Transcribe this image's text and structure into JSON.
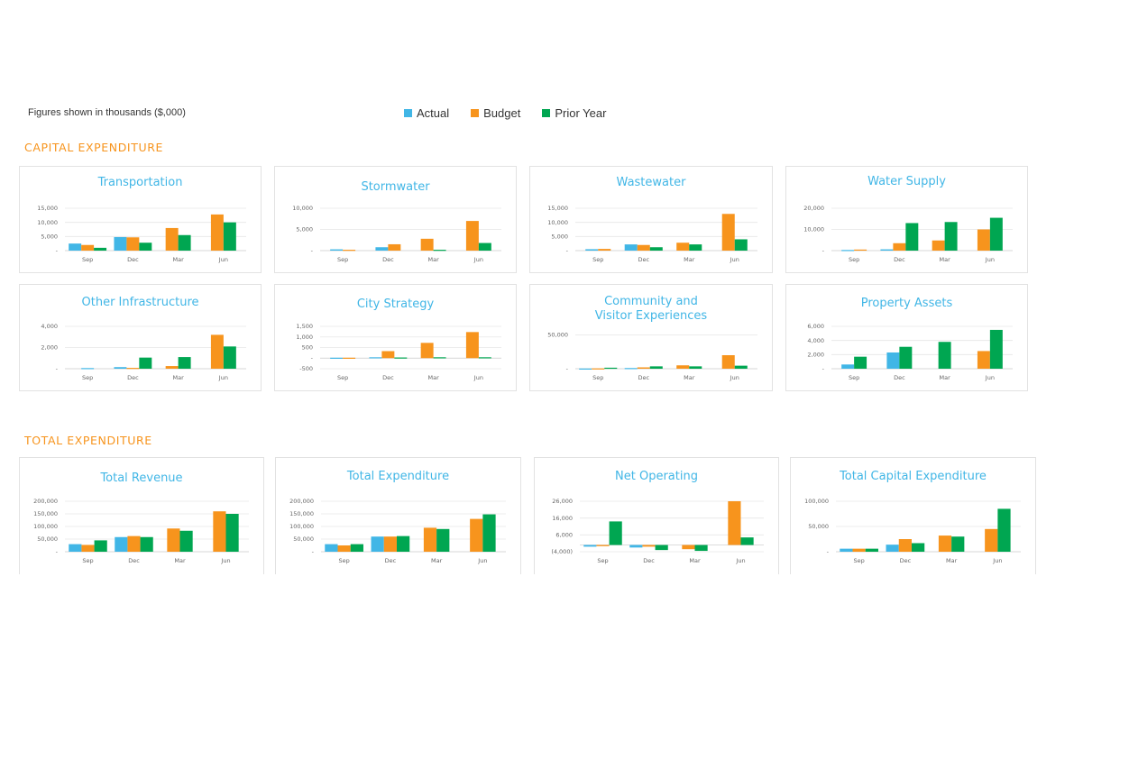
{
  "note": "Figures shown in thousands ($,000)",
  "legend": [
    {
      "label": "Actual",
      "color": "#41b6e6"
    },
    {
      "label": "Budget",
      "color": "#f7941d"
    },
    {
      "label": "Prior Year",
      "color": "#00a651"
    }
  ],
  "colors": {
    "actual": "#41b6e6",
    "budget": "#f7941d",
    "prior": "#00a651",
    "heading": "#f7941d",
    "title": "#41b6e6"
  },
  "sections": {
    "capital": "CAPITAL EXPENDITURE",
    "total": "TOTAL EXPENDITURE"
  },
  "chart_data": [
    {
      "id": "transportation",
      "type": "bar",
      "title": "Transportation",
      "categories": [
        "Sep",
        "Dec",
        "Mar",
        "Jun"
      ],
      "ylim": [
        0,
        15000
      ],
      "ticks": [
        0,
        5000,
        10000,
        15000
      ],
      "tick_labels": [
        "-",
        "5,000",
        "10,000",
        "15,000"
      ],
      "series": [
        {
          "name": "Actual",
          "values": [
            2500,
            4800,
            null,
            null
          ]
        },
        {
          "name": "Budget",
          "values": [
            2000,
            4700,
            8000,
            12800
          ]
        },
        {
          "name": "Prior Year",
          "values": [
            1000,
            2800,
            5500,
            10000
          ]
        }
      ]
    },
    {
      "id": "stormwater",
      "type": "bar",
      "title": "Stormwater",
      "categories": [
        "Sep",
        "Dec",
        "Mar",
        "Jun"
      ],
      "ylim": [
        0,
        10000
      ],
      "ticks": [
        0,
        5000,
        10000
      ],
      "tick_labels": [
        "-",
        "5,000",
        "10,000"
      ],
      "series": [
        {
          "name": "Actual",
          "values": [
            300,
            800,
            null,
            null
          ]
        },
        {
          "name": "Budget",
          "values": [
            200,
            1500,
            2800,
            7000
          ]
        },
        {
          "name": "Prior Year",
          "values": [
            null,
            null,
            200,
            1800
          ]
        }
      ]
    },
    {
      "id": "wastewater",
      "type": "bar",
      "title": "Wastewater",
      "categories": [
        "Sep",
        "Dec",
        "Mar",
        "Jun"
      ],
      "ylim": [
        0,
        15000
      ],
      "ticks": [
        0,
        5000,
        10000,
        15000
      ],
      "tick_labels": [
        "-",
        "5,000",
        "10,000",
        "15,000"
      ],
      "series": [
        {
          "name": "Actual",
          "values": [
            500,
            2200,
            null,
            null
          ]
        },
        {
          "name": "Budget",
          "values": [
            600,
            2000,
            2800,
            13000
          ]
        },
        {
          "name": "Prior Year",
          "values": [
            null,
            1200,
            2200,
            4000
          ]
        }
      ]
    },
    {
      "id": "water-supply",
      "type": "bar",
      "title": "Water Supply",
      "categories": [
        "Sep",
        "Dec",
        "Mar",
        "Jun"
      ],
      "ylim": [
        0,
        20000
      ],
      "ticks": [
        0,
        10000,
        20000
      ],
      "tick_labels": [
        "-",
        "10,000",
        "20,000"
      ],
      "series": [
        {
          "name": "Actual",
          "values": [
            300,
            600,
            null,
            null
          ]
        },
        {
          "name": "Budget",
          "values": [
            500,
            3500,
            4800,
            10000
          ]
        },
        {
          "name": "Prior Year",
          "values": [
            null,
            13000,
            13500,
            15500
          ]
        }
      ]
    },
    {
      "id": "other-infrastructure",
      "type": "bar",
      "title": "Other Infrastructure",
      "categories": [
        "Sep",
        "Dec",
        "Mar",
        "Jun"
      ],
      "ylim": [
        0,
        4000
      ],
      "ticks": [
        0,
        2000,
        4000
      ],
      "tick_labels": [
        "-",
        "2,000",
        "4,000"
      ],
      "series": [
        {
          "name": "Actual",
          "values": [
            60,
            150,
            null,
            null
          ]
        },
        {
          "name": "Budget",
          "values": [
            null,
            80,
            250,
            3200
          ]
        },
        {
          "name": "Prior Year",
          "values": [
            null,
            1050,
            1100,
            2100
          ]
        }
      ]
    },
    {
      "id": "city-strategy",
      "type": "bar",
      "title": "City Strategy",
      "categories": [
        "Sep",
        "Dec",
        "Mar",
        "Jun"
      ],
      "ylim": [
        -500,
        1500
      ],
      "ticks": [
        -500,
        0,
        500,
        1000,
        1500
      ],
      "tick_labels": [
        "-500",
        "-",
        "500",
        "1,000",
        "1,500"
      ],
      "series": [
        {
          "name": "Actual",
          "values": [
            20,
            40,
            null,
            null
          ]
        },
        {
          "name": "Budget",
          "values": [
            20,
            330,
            720,
            1230
          ]
        },
        {
          "name": "Prior Year",
          "values": [
            null,
            30,
            40,
            40
          ]
        }
      ]
    },
    {
      "id": "community",
      "type": "bar",
      "title": "Community and\nVisitor Experiences",
      "categories": [
        "Sep",
        "Dec",
        "Mar",
        "Jun"
      ],
      "ylim": [
        0,
        60000
      ],
      "ticks": [
        0,
        50000
      ],
      "tick_labels": [
        "-",
        "50,000"
      ],
      "series": [
        {
          "name": "Actual",
          "values": [
            300,
            1000,
            null,
            null
          ]
        },
        {
          "name": "Budget",
          "values": [
            500,
            2000,
            5000,
            20000
          ]
        },
        {
          "name": "Prior Year",
          "values": [
            1500,
            3500,
            3500,
            4500
          ]
        }
      ]
    },
    {
      "id": "property-assets",
      "type": "bar",
      "title": "Property Assets",
      "categories": [
        "Sep",
        "Dec",
        "Mar",
        "Jun"
      ],
      "ylim": [
        0,
        6000
      ],
      "ticks": [
        0,
        2000,
        4000,
        6000
      ],
      "tick_labels": [
        "-",
        "2,000",
        "4,000",
        "6,000"
      ],
      "series": [
        {
          "name": "Actual",
          "values": [
            600,
            2300,
            null,
            null
          ]
        },
        {
          "name": "Budget",
          "values": [
            null,
            null,
            null,
            2500
          ]
        },
        {
          "name": "Prior Year",
          "values": [
            1700,
            3100,
            3800,
            5500
          ]
        }
      ]
    },
    {
      "id": "total-revenue",
      "type": "bar",
      "title": "Total Revenue",
      "categories": [
        "Sep",
        "Dec",
        "Mar",
        "Jun"
      ],
      "ylim": [
        0,
        200000
      ],
      "ticks": [
        0,
        50000,
        100000,
        150000,
        200000
      ],
      "tick_labels": [
        "-",
        "50,000",
        "100,000",
        "150,000",
        "200,000"
      ],
      "series": [
        {
          "name": "Actual",
          "values": [
            30000,
            58000,
            null,
            null
          ]
        },
        {
          "name": "Budget",
          "values": [
            27000,
            62000,
            92000,
            160000
          ]
        },
        {
          "name": "Prior Year",
          "values": [
            45000,
            58000,
            83000,
            150000
          ]
        }
      ]
    },
    {
      "id": "total-expenditure",
      "type": "bar",
      "title": "Total Expenditure",
      "categories": [
        "Sep",
        "Dec",
        "Mar",
        "Jun"
      ],
      "ylim": [
        0,
        200000
      ],
      "ticks": [
        0,
        50000,
        100000,
        150000,
        200000
      ],
      "tick_labels": [
        "-",
        "50,000",
        "100,000",
        "150,000",
        "200,000"
      ],
      "series": [
        {
          "name": "Actual",
          "values": [
            30000,
            60000,
            null,
            null
          ]
        },
        {
          "name": "Budget",
          "values": [
            25000,
            60000,
            95000,
            130000
          ]
        },
        {
          "name": "Prior Year",
          "values": [
            30000,
            62000,
            90000,
            148000
          ]
        }
      ]
    },
    {
      "id": "net-operating",
      "type": "bar",
      "title": "Net Operating",
      "categories": [
        "Sep",
        "Dec",
        "Mar",
        "Jun"
      ],
      "ylim": [
        -4000,
        26000
      ],
      "ticks": [
        -4000,
        6000,
        16000,
        26000
      ],
      "tick_labels": [
        "(4,000)",
        "6,000",
        "16,000",
        "26,000"
      ],
      "series": [
        {
          "name": "Actual",
          "values": [
            -1000,
            -1500,
            null,
            null
          ]
        },
        {
          "name": "Budget",
          "values": [
            -700,
            -1000,
            -2500,
            26000
          ]
        },
        {
          "name": "Prior Year",
          "values": [
            14000,
            -3000,
            -3500,
            4500
          ]
        }
      ]
    },
    {
      "id": "total-capital",
      "type": "bar",
      "title": "Total Capital Expenditure",
      "categories": [
        "Sep",
        "Dec",
        "Mar",
        "Jun"
      ],
      "ylim": [
        0,
        100000
      ],
      "ticks": [
        0,
        50000,
        100000
      ],
      "tick_labels": [
        "-",
        "50,000",
        "100,000"
      ],
      "series": [
        {
          "name": "Actual",
          "values": [
            6000,
            14000,
            null,
            null
          ]
        },
        {
          "name": "Budget",
          "values": [
            6000,
            25000,
            32000,
            45000
          ]
        },
        {
          "name": "Prior Year",
          "values": [
            6000,
            17000,
            30000,
            85000
          ]
        }
      ]
    }
  ]
}
